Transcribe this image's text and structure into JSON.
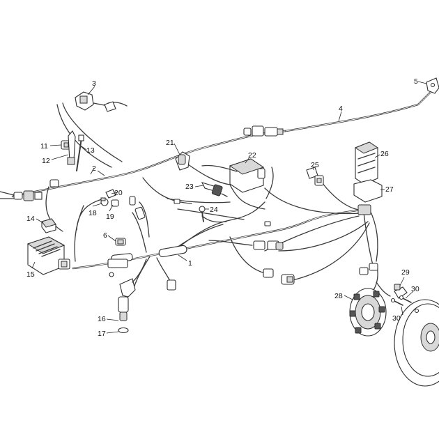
{
  "diagram": {
    "labels": {
      "p1": "1",
      "p2": "2",
      "p3": "3",
      "p4": "4",
      "p5": "5",
      "p6": "6",
      "p11": "11",
      "p12": "12",
      "p13": "13",
      "p14": "14",
      "p15": "15",
      "p16": "16",
      "p17": "17",
      "p18": "18",
      "p19": "19",
      "p20": "20",
      "p21": "21",
      "p22": "22",
      "p23": "23",
      "p24": "24",
      "p25": "25",
      "p26": "26",
      "p27": "27",
      "p28": "28",
      "p29": "29",
      "p30a": "30",
      "p30b": "30"
    }
  }
}
